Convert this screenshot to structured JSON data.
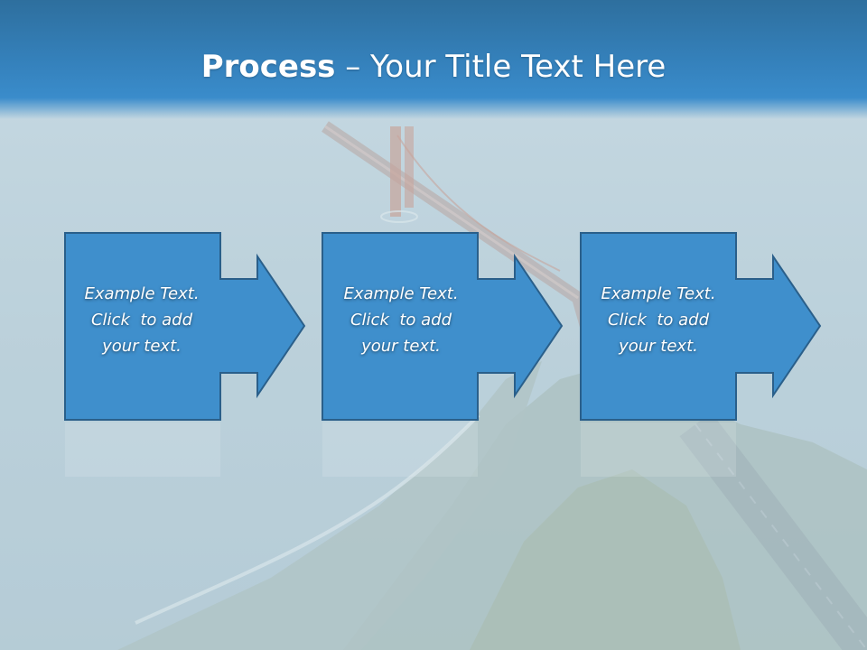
{
  "slide": {
    "title_bold": "Process",
    "title_rest": " – Your Title Text Here"
  },
  "steps": [
    {
      "line1": "Example Text.",
      "line2": "Click  to add",
      "line3": "your text."
    },
    {
      "line1": "Example Text.",
      "line2": "Click  to add",
      "line3": "your text."
    },
    {
      "line1": "Example Text.",
      "line2": "Click  to add",
      "line3": "your text."
    }
  ],
  "colors": {
    "banner": "#3582bd",
    "box_fill": "#3f8fcc",
    "box_stroke": "#2a5f8a",
    "text": "#ffffff"
  }
}
